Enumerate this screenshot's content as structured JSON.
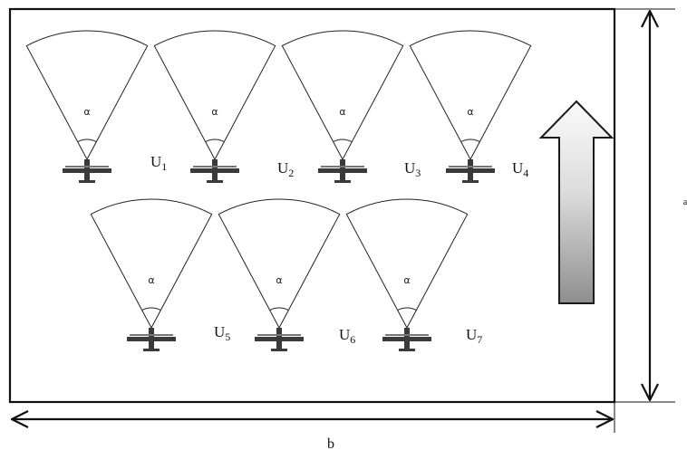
{
  "diagram": {
    "sensor_angle_symbol": "α",
    "uavs": [
      {
        "id": "U1",
        "letter": "U",
        "sub": "1"
      },
      {
        "id": "U2",
        "letter": "U",
        "sub": "2"
      },
      {
        "id": "U3",
        "letter": "U",
        "sub": "3"
      },
      {
        "id": "U4",
        "letter": "U",
        "sub": "4"
      },
      {
        "id": "U5",
        "letter": "U",
        "sub": "5"
      },
      {
        "id": "U6",
        "letter": "U",
        "sub": "6"
      },
      {
        "id": "U7",
        "letter": "U",
        "sub": "7"
      }
    ],
    "dimension_width_label": "b",
    "dimension_height_label": "a",
    "colors": {
      "stroke": "#222222",
      "aircraft": "#3a3a3a",
      "arrow_light": "#fafafa",
      "arrow_dark": "#8e8e8e"
    },
    "icons": {
      "aircraft": "uav-aircraft-icon",
      "direction": "upward-arrow-icon"
    }
  }
}
